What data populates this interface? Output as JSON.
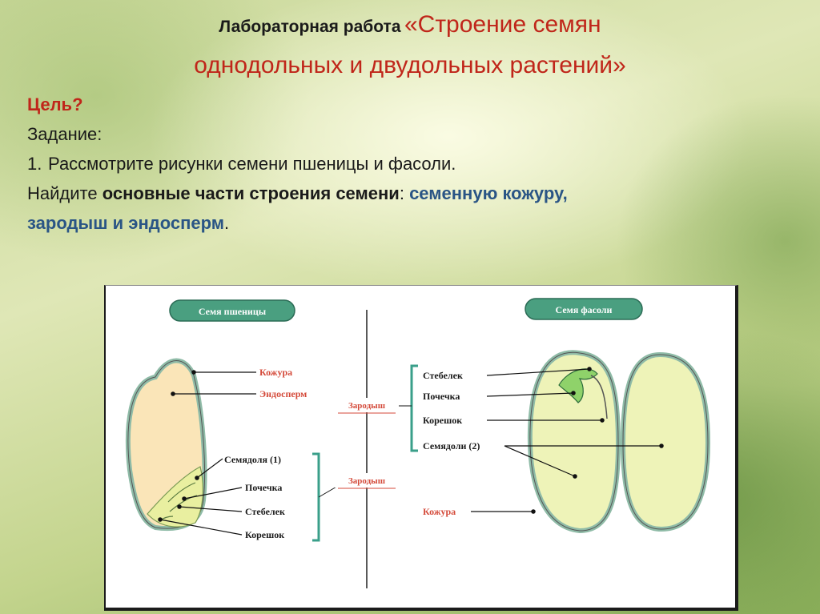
{
  "title": {
    "prefix": "Лабораторная работа",
    "main": "«Строение семян",
    "line2": "однодольных и двудольных растений»"
  },
  "body": {
    "goal": "Цель?",
    "task": "Задание:",
    "item1_num": "1.",
    "item1_text": "Рассмотрите рисунки семени пшеницы  и фасоли.",
    "find_prefix": "Найдите ",
    "find_bold": "основные части строения семени",
    "find_colon": ": ",
    "find_blue1": "семенную кожуру,",
    "find_blue2": "зародыш и эндосперм",
    "find_end": "."
  },
  "figure": {
    "wheat": {
      "header": "Семя пшеницы",
      "labels": {
        "coat": "Кожура",
        "endosperm": "Эндосперм",
        "cotyledon": "Семядоля (1)",
        "bud": "Почечка",
        "stem": "Стебелек",
        "root": "Корешок"
      },
      "embryo_label": "Зародыш"
    },
    "bean": {
      "header": "Семя фасоли",
      "labels": {
        "stem": "Стебелек",
        "bud": "Почечка",
        "root": "Корешок",
        "cotyledons": "Семядоли (2)",
        "coat": "Кожура"
      },
      "embryo_label": "Зародыш"
    }
  },
  "colors": {
    "accent_red": "#c0261a",
    "accent_blue": "#2a5585",
    "pill_fill": "#4a9f80",
    "seed_fill": "#eef3b8",
    "wheat_fill": "#fae5b8",
    "seed_outline": "#8fbba7"
  }
}
